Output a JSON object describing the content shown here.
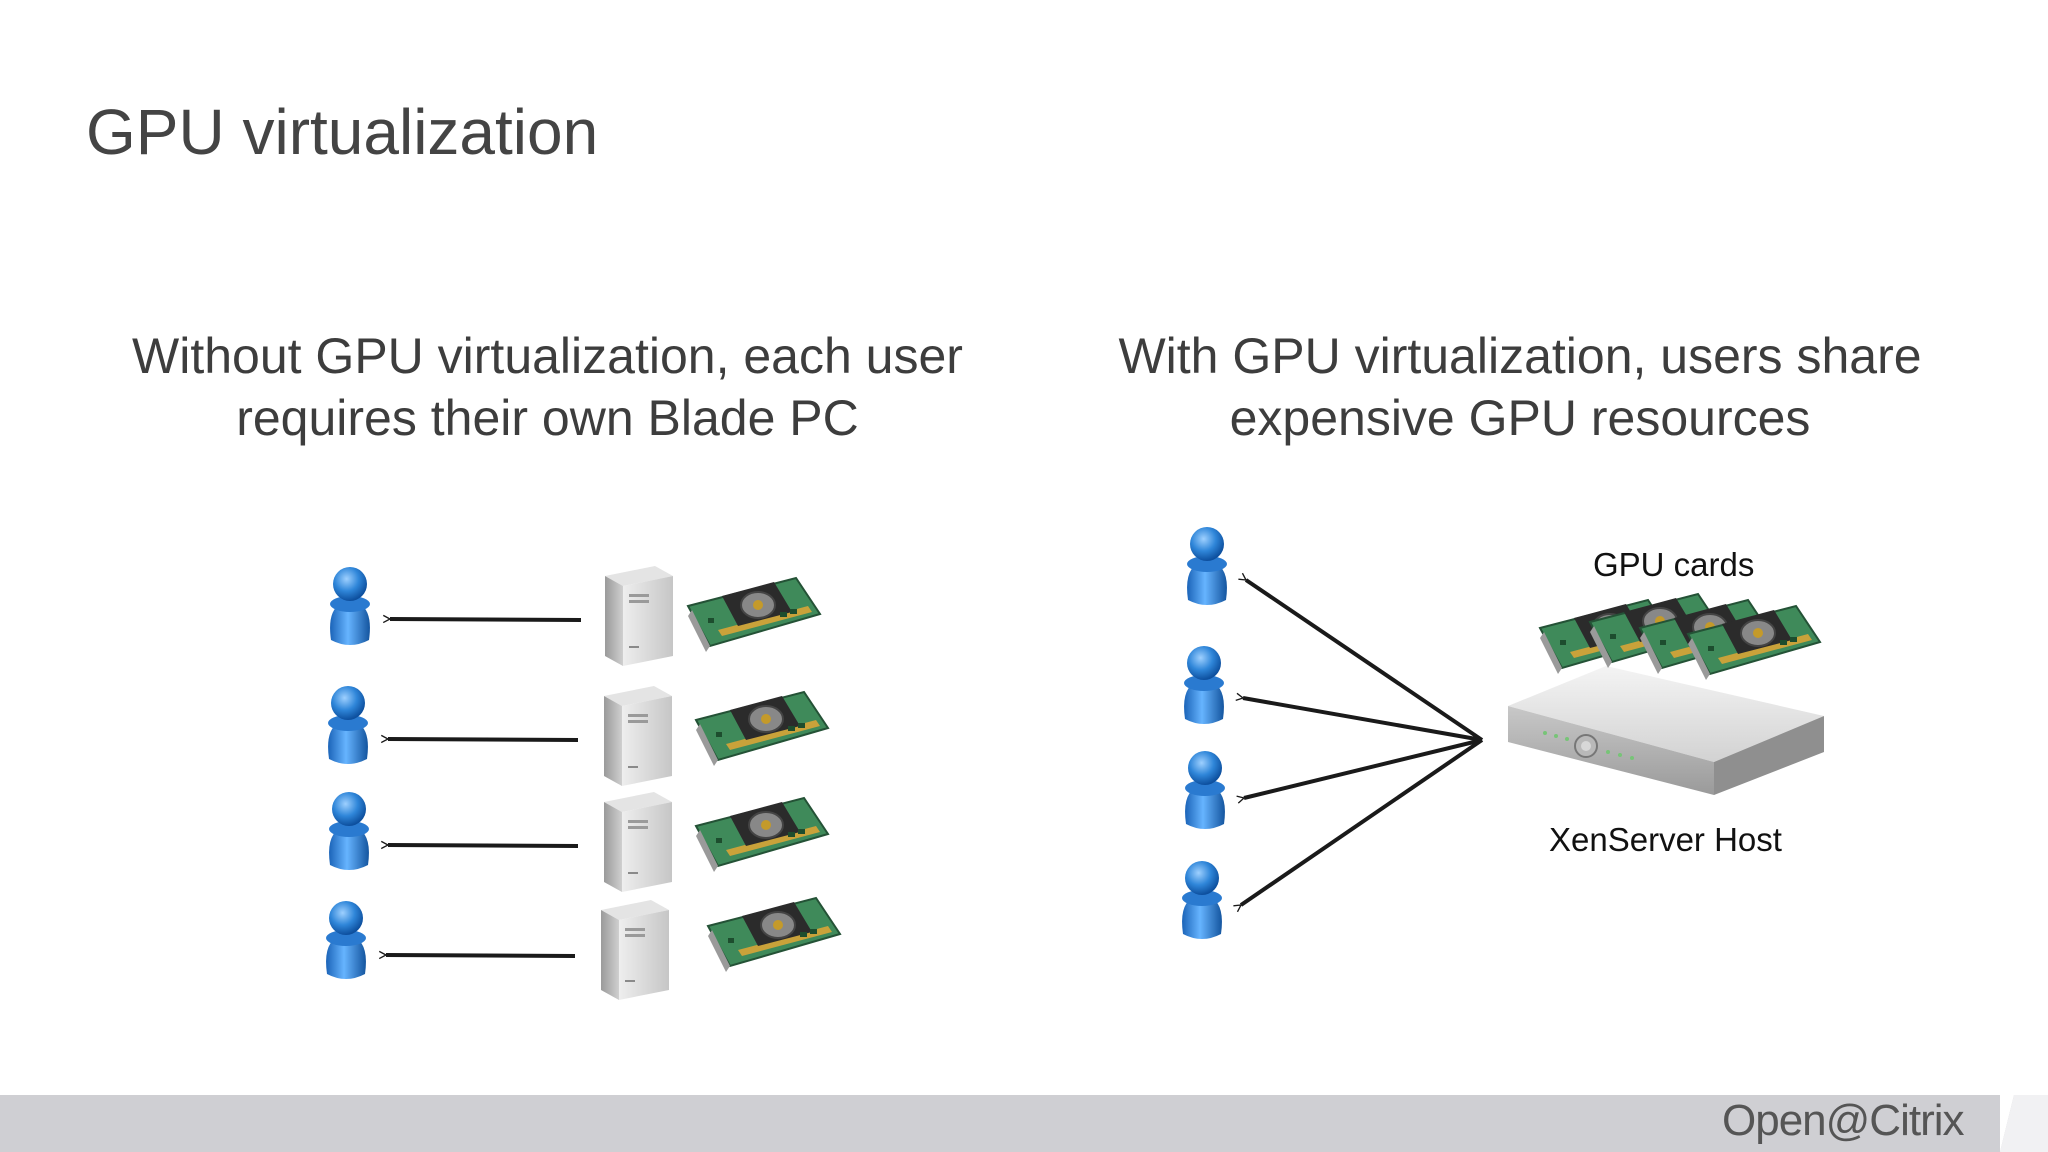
{
  "slide": {
    "title": "GPU virtualization",
    "left_caption": "Without GPU virtualization, each user requires their own Blade PC",
    "right_caption": "With GPU virtualization, users share expensive GPU resources",
    "gpu_label": "GPU cards",
    "host_label": "XenServer Host"
  },
  "footer": {
    "brand": "Open@Citrix"
  },
  "colors": {
    "user_blue": "#1f78d1",
    "arrow": "#1a1a1a",
    "pcb_green": "#3f8a5a",
    "footer": "#cfcfd3"
  },
  "icons": [
    "user-icon",
    "blade-pc-icon",
    "gpu-card-icon",
    "server-icon"
  ]
}
